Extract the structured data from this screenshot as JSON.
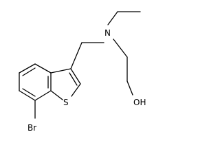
{
  "molecule": {
    "atoms": {
      "nitrogen": "N",
      "sulfur": "S",
      "bromine": "Br",
      "hydroxyl": "OH"
    }
  }
}
